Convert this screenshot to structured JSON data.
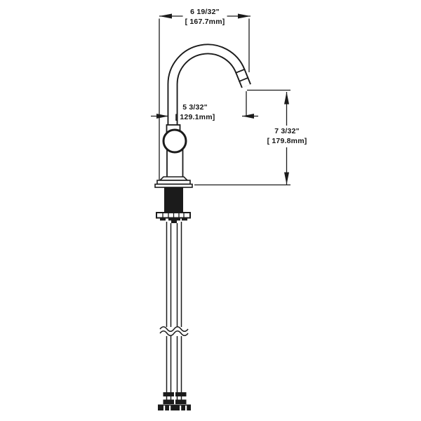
{
  "canvas": {
    "background": "#ffffff",
    "line_color": "#1b1b1b"
  },
  "labels": {
    "width": {
      "inches": "6 19/32\"",
      "mm": "[ 167.7mm]"
    },
    "reach": {
      "inches": "5 3/32\"",
      "mm": "[ 129.1mm]"
    },
    "height": {
      "inches": "7 3/32\"",
      "mm": "[ 179.8mm]"
    }
  }
}
